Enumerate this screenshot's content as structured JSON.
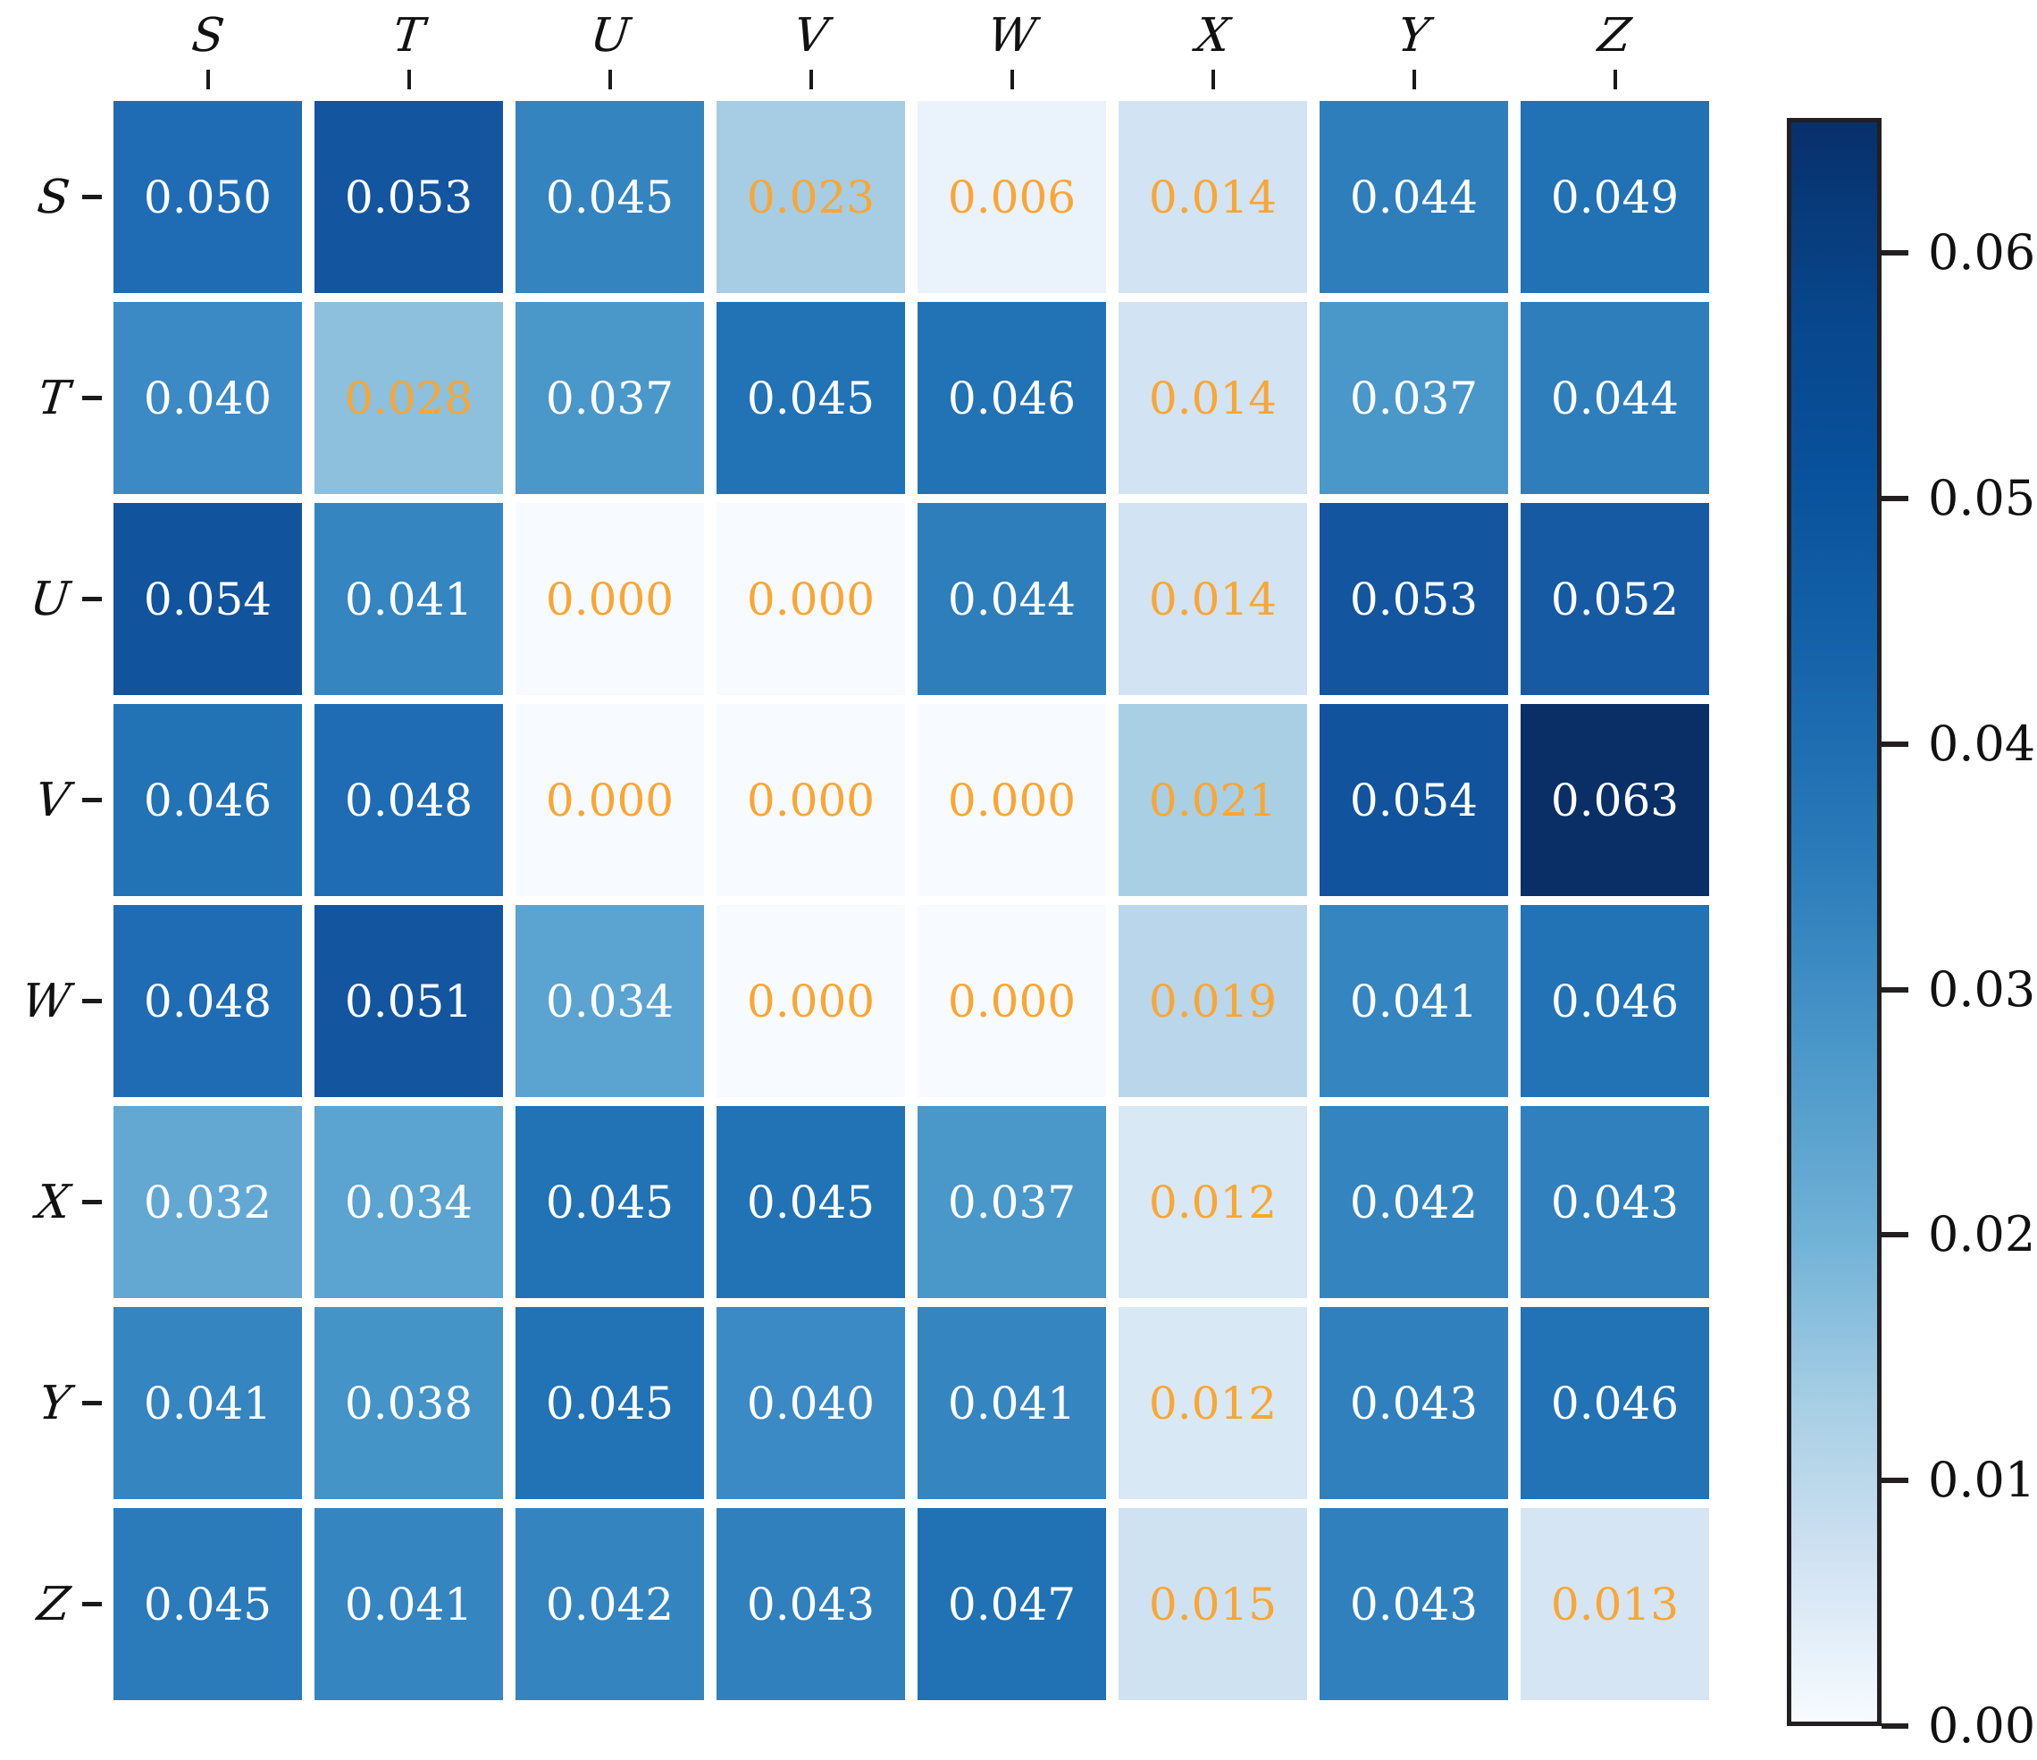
{
  "chart_data": {
    "type": "heatmap",
    "title": "",
    "xlabel": "",
    "ylabel": "",
    "x_tick_labels": [
      "S",
      "T",
      "U",
      "V",
      "W",
      "X",
      "Y",
      "Z"
    ],
    "y_tick_labels": [
      "S",
      "T",
      "U",
      "V",
      "W",
      "X",
      "Y",
      "Z"
    ],
    "columns": [
      "S",
      "T",
      "U",
      "V",
      "W",
      "X",
      "Y",
      "Z"
    ],
    "rows": [
      "S",
      "T",
      "U",
      "V",
      "W",
      "X",
      "Y",
      "Z"
    ],
    "colorbar": {
      "position": "right",
      "orientation": "vertical",
      "vmin": 0.0,
      "vmax": 0.0655,
      "ticks": [
        0.06,
        0.05,
        0.04,
        0.03,
        0.02,
        0.01,
        0.0
      ],
      "tick_labels": [
        "0.06",
        "0.05",
        "0.04",
        "0.03",
        "0.02",
        "0.01",
        "0.00"
      ],
      "colormap": "Blues"
    },
    "annotation": {
      "format": "0.000",
      "light_text_color": "#FFFFFF",
      "accent_text_color": "#F9A633",
      "accent_threshold_note": "low-value cells annotated in orange"
    },
    "values": [
      [
        0.05,
        0.053,
        0.045,
        0.023,
        0.006,
        0.014,
        0.044,
        0.049
      ],
      [
        0.04,
        0.028,
        0.037,
        0.045,
        0.046,
        0.014,
        0.037,
        0.044
      ],
      [
        0.054,
        0.041,
        0.0,
        0.0,
        0.044,
        0.014,
        0.053,
        0.052
      ],
      [
        0.046,
        0.048,
        0.0,
        0.0,
        0.0,
        0.021,
        0.054,
        0.063
      ],
      [
        0.048,
        0.051,
        0.034,
        0.0,
        0.0,
        0.019,
        0.041,
        0.046
      ],
      [
        0.032,
        0.034,
        0.045,
        0.045,
        0.037,
        0.012,
        0.042,
        0.043
      ],
      [
        0.041,
        0.038,
        0.045,
        0.04,
        0.041,
        0.012,
        0.043,
        0.046
      ],
      [
        0.045,
        0.041,
        0.042,
        0.043,
        0.047,
        0.015,
        0.043,
        0.013
      ]
    ],
    "cells": [
      [
        {
          "text": "0.050",
          "value": 0.05,
          "color": "#1f6cb4",
          "text_style": "light"
        },
        {
          "text": "0.053",
          "value": 0.053,
          "color": "#14559f",
          "text_style": "light"
        },
        {
          "text": "0.045",
          "value": 0.045,
          "color": "#3484c0",
          "text_style": "light"
        },
        {
          "text": "0.023",
          "value": 0.023,
          "color": "#a6cde3",
          "text_style": "accent"
        },
        {
          "text": "0.006",
          "value": 0.006,
          "color": "#eaf2fb",
          "text_style": "accent"
        },
        {
          "text": "0.014",
          "value": 0.014,
          "color": "#d2e3f3",
          "text_style": "accent"
        },
        {
          "text": "0.044",
          "value": 0.044,
          "color": "#2e7ebc",
          "text_style": "light"
        },
        {
          "text": "0.049",
          "value": 0.049,
          "color": "#2171b5",
          "text_style": "light"
        }
      ],
      [
        {
          "text": "0.040",
          "value": 0.04,
          "color": "#3b8ac5",
          "text_style": "light"
        },
        {
          "text": "0.028",
          "value": 0.028,
          "color": "#8cc0dd",
          "text_style": "accent"
        },
        {
          "text": "0.037",
          "value": 0.037,
          "color": "#4a97c9",
          "text_style": "light"
        },
        {
          "text": "0.045",
          "value": 0.045,
          "color": "#2272b6",
          "text_style": "light"
        },
        {
          "text": "0.046",
          "value": 0.046,
          "color": "#2272b6",
          "text_style": "light"
        },
        {
          "text": "0.014",
          "value": 0.014,
          "color": "#d2e3f3",
          "text_style": "accent"
        },
        {
          "text": "0.037",
          "value": 0.037,
          "color": "#4a97c9",
          "text_style": "light"
        },
        {
          "text": "0.044",
          "value": 0.044,
          "color": "#2e7ebc",
          "text_style": "light"
        }
      ],
      [
        {
          "text": "0.054",
          "value": 0.054,
          "color": "#12539d",
          "text_style": "light"
        },
        {
          "text": "0.041",
          "value": 0.041,
          "color": "#3585c1",
          "text_style": "light"
        },
        {
          "text": "0.000",
          "value": 0.0,
          "color": "#f7fbff",
          "text_style": "accent"
        },
        {
          "text": "0.000",
          "value": 0.0,
          "color": "#f7fbff",
          "text_style": "accent"
        },
        {
          "text": "0.044",
          "value": 0.044,
          "color": "#2e7ebc",
          "text_style": "light"
        },
        {
          "text": "0.014",
          "value": 0.014,
          "color": "#d2e3f3",
          "text_style": "accent"
        },
        {
          "text": "0.053",
          "value": 0.053,
          "color": "#14559f",
          "text_style": "light"
        },
        {
          "text": "0.052",
          "value": 0.052,
          "color": "#175aa4",
          "text_style": "light"
        }
      ],
      [
        {
          "text": "0.046",
          "value": 0.046,
          "color": "#2272b6",
          "text_style": "light"
        },
        {
          "text": "0.048",
          "value": 0.048,
          "color": "#1f6cb4",
          "text_style": "light"
        },
        {
          "text": "0.000",
          "value": 0.0,
          "color": "#f7fbff",
          "text_style": "accent"
        },
        {
          "text": "0.000",
          "value": 0.0,
          "color": "#f7fbff",
          "text_style": "accent"
        },
        {
          "text": "0.000",
          "value": 0.0,
          "color": "#f7fbff",
          "text_style": "accent"
        },
        {
          "text": "0.021",
          "value": 0.021,
          "color": "#a9cfe5",
          "text_style": "accent"
        },
        {
          "text": "0.054",
          "value": 0.054,
          "color": "#12539d",
          "text_style": "light"
        },
        {
          "text": "0.063",
          "value": 0.063,
          "color": "#0a2f66",
          "text_style": "light"
        }
      ],
      [
        {
          "text": "0.048",
          "value": 0.048,
          "color": "#1f6cb4",
          "text_style": "light"
        },
        {
          "text": "0.051",
          "value": 0.051,
          "color": "#14559f",
          "text_style": "light"
        },
        {
          "text": "0.034",
          "value": 0.034,
          "color": "#5ba3d0",
          "text_style": "light"
        },
        {
          "text": "0.000",
          "value": 0.0,
          "color": "#f7fbff",
          "text_style": "accent"
        },
        {
          "text": "0.000",
          "value": 0.0,
          "color": "#f7fbff",
          "text_style": "accent"
        },
        {
          "text": "0.019",
          "value": 0.019,
          "color": "#bad6ea",
          "text_style": "accent"
        },
        {
          "text": "0.041",
          "value": 0.041,
          "color": "#3585c1",
          "text_style": "light"
        },
        {
          "text": "0.046",
          "value": 0.046,
          "color": "#2272b6",
          "text_style": "light"
        }
      ],
      [
        {
          "text": "0.032",
          "value": 0.032,
          "color": "#63a8d3",
          "text_style": "light"
        },
        {
          "text": "0.034",
          "value": 0.034,
          "color": "#5ba3d0",
          "text_style": "light"
        },
        {
          "text": "0.045",
          "value": 0.045,
          "color": "#2272b6",
          "text_style": "light"
        },
        {
          "text": "0.045",
          "value": 0.045,
          "color": "#2272b6",
          "text_style": "light"
        },
        {
          "text": "0.037",
          "value": 0.037,
          "color": "#4a97c9",
          "text_style": "light"
        },
        {
          "text": "0.012",
          "value": 0.012,
          "color": "#d9e8f5",
          "text_style": "accent"
        },
        {
          "text": "0.042",
          "value": 0.042,
          "color": "#3484c0",
          "text_style": "light"
        },
        {
          "text": "0.043",
          "value": 0.043,
          "color": "#3080bd",
          "text_style": "light"
        }
      ],
      [
        {
          "text": "0.041",
          "value": 0.041,
          "color": "#3585c1",
          "text_style": "light"
        },
        {
          "text": "0.038",
          "value": 0.038,
          "color": "#4594c7",
          "text_style": "light"
        },
        {
          "text": "0.045",
          "value": 0.045,
          "color": "#2272b6",
          "text_style": "light"
        },
        {
          "text": "0.040",
          "value": 0.04,
          "color": "#3b8ac5",
          "text_style": "light"
        },
        {
          "text": "0.041",
          "value": 0.041,
          "color": "#3585c1",
          "text_style": "light"
        },
        {
          "text": "0.012",
          "value": 0.012,
          "color": "#d9e8f5",
          "text_style": "accent"
        },
        {
          "text": "0.043",
          "value": 0.043,
          "color": "#3080bd",
          "text_style": "light"
        },
        {
          "text": "0.046",
          "value": 0.046,
          "color": "#2272b6",
          "text_style": "light"
        }
      ],
      [
        {
          "text": "0.045",
          "value": 0.045,
          "color": "#2b7bba",
          "text_style": "light"
        },
        {
          "text": "0.041",
          "value": 0.041,
          "color": "#3585c1",
          "text_style": "light"
        },
        {
          "text": "0.042",
          "value": 0.042,
          "color": "#3484c0",
          "text_style": "light"
        },
        {
          "text": "0.043",
          "value": 0.043,
          "color": "#3080bd",
          "text_style": "light"
        },
        {
          "text": "0.047",
          "value": 0.047,
          "color": "#2171b5",
          "text_style": "light"
        },
        {
          "text": "0.015",
          "value": 0.015,
          "color": "#cfe2f2",
          "text_style": "accent"
        },
        {
          "text": "0.043",
          "value": 0.043,
          "color": "#3080bd",
          "text_style": "light"
        },
        {
          "text": "0.013",
          "value": 0.013,
          "color": "#d5e5f4",
          "text_style": "accent"
        }
      ]
    ]
  }
}
